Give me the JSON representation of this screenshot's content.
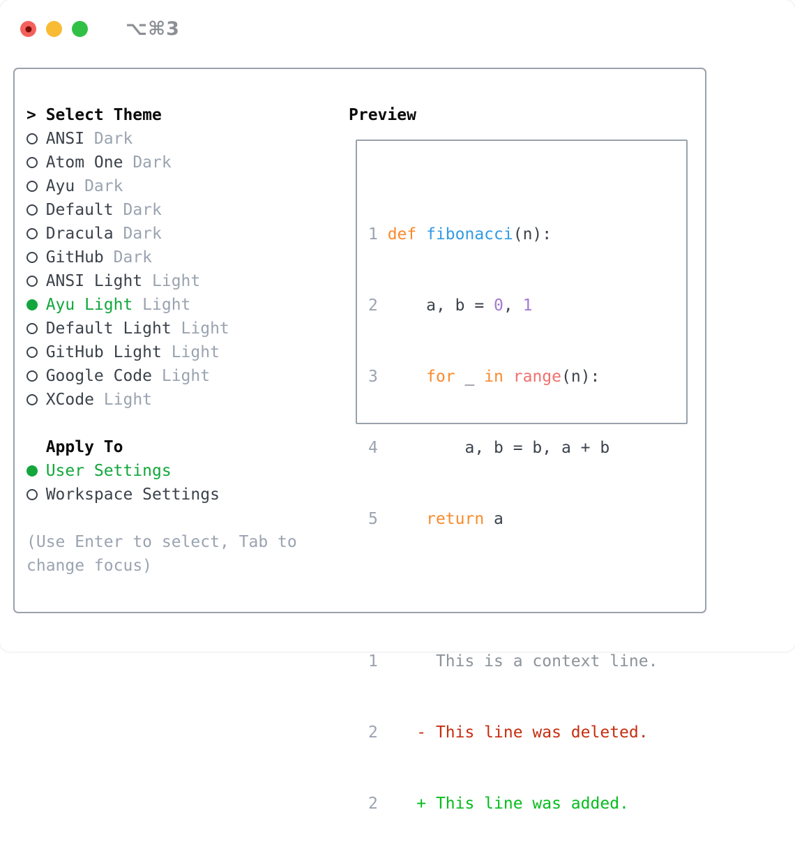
{
  "window": {
    "titlebar": {
      "shortcut": "⌥⌘3"
    }
  },
  "palette": {
    "heading": "#0b0b0c",
    "item_text": "#3b424b",
    "muted": "#9aa3b0",
    "line_number": "#9aa3b0",
    "context_gray": "#8c939b",
    "selected_green": "#13a63c",
    "added_green": "#04bd1c",
    "deleted_red": "#c62e10",
    "keyword_orange": "#f98b2c",
    "function_blue": "#329ce4",
    "number_purple": "#a379cf",
    "call_coral": "#f0716e",
    "border_gray": "#99a1ab",
    "title_gray": "#8c8f94",
    "light_red": "#f4615c",
    "light_red_dot": "#7a0d06",
    "light_yellow": "#f8bb33",
    "light_green": "#31c046"
  },
  "theme_menu": {
    "prompt": ">",
    "header": "Select Theme",
    "items": [
      {
        "name": "ANSI",
        "variant": "Dark",
        "selected": false
      },
      {
        "name": "Atom One",
        "variant": "Dark",
        "selected": false
      },
      {
        "name": "Ayu",
        "variant": "Dark",
        "selected": false
      },
      {
        "name": "Default",
        "variant": "Dark",
        "selected": false
      },
      {
        "name": "Dracula",
        "variant": "Dark",
        "selected": false
      },
      {
        "name": "GitHub",
        "variant": "Dark",
        "selected": false
      },
      {
        "name": "ANSI Light",
        "variant": "Light",
        "selected": false
      },
      {
        "name": "Ayu Light",
        "variant": "Light",
        "selected": true
      },
      {
        "name": "Default Light",
        "variant": "Light",
        "selected": false
      },
      {
        "name": "GitHub Light",
        "variant": "Light",
        "selected": false
      },
      {
        "name": "Google Code",
        "variant": "Light",
        "selected": false
      },
      {
        "name": "XCode",
        "variant": "Light",
        "selected": false
      }
    ]
  },
  "apply_to": {
    "header": "Apply To",
    "options": [
      {
        "name": "User Settings",
        "selected": true
      },
      {
        "name": "Workspace Settings",
        "selected": false
      }
    ]
  },
  "footer": {
    "line1": "(Use Enter to select, Tab to",
    "line2": "change focus)"
  },
  "preview": {
    "header": "Preview",
    "lines": [
      {
        "tokens": [
          {
            "color": "line_number",
            "text": "1 "
          },
          {
            "color": "keyword_orange",
            "text": "def "
          },
          {
            "color": "function_blue",
            "text": "fibonacci"
          },
          {
            "color": "item_text",
            "text": "(n):"
          }
        ]
      },
      {
        "tokens": [
          {
            "color": "line_number",
            "text": "2 "
          },
          {
            "color": "item_text",
            "text": "    a, b = "
          },
          {
            "color": "number_purple",
            "text": "0"
          },
          {
            "color": "item_text",
            "text": ", "
          },
          {
            "color": "number_purple",
            "text": "1"
          }
        ]
      },
      {
        "tokens": [
          {
            "color": "line_number",
            "text": "3 "
          },
          {
            "color": "item_text",
            "text": "    "
          },
          {
            "color": "keyword_orange",
            "text": "for"
          },
          {
            "color": "item_text",
            "text": " _ "
          },
          {
            "color": "keyword_orange",
            "text": "in"
          },
          {
            "color": "item_text",
            "text": " "
          },
          {
            "color": "call_coral",
            "text": "range"
          },
          {
            "color": "item_text",
            "text": "(n):"
          }
        ]
      },
      {
        "tokens": [
          {
            "color": "line_number",
            "text": "4 "
          },
          {
            "color": "item_text",
            "text": "        a, b = b, a + b"
          }
        ]
      },
      {
        "tokens": [
          {
            "color": "line_number",
            "text": "5 "
          },
          {
            "color": "item_text",
            "text": "    "
          },
          {
            "color": "keyword_orange",
            "text": "return"
          },
          {
            "color": "item_text",
            "text": " a"
          }
        ]
      },
      {
        "tokens": []
      },
      {
        "tokens": [
          {
            "color": "line_number",
            "text": "1"
          },
          {
            "color": "context_gray",
            "text": "      This is a context line."
          }
        ]
      },
      {
        "tokens": [
          {
            "color": "line_number",
            "text": "2"
          },
          {
            "color": "item_text",
            "text": "    "
          },
          {
            "color": "deleted_red",
            "text": "- This line was deleted."
          }
        ]
      },
      {
        "tokens": [
          {
            "color": "line_number",
            "text": "2"
          },
          {
            "color": "item_text",
            "text": "    "
          },
          {
            "color": "added_green",
            "text": "+ This line was added."
          }
        ]
      }
    ]
  }
}
